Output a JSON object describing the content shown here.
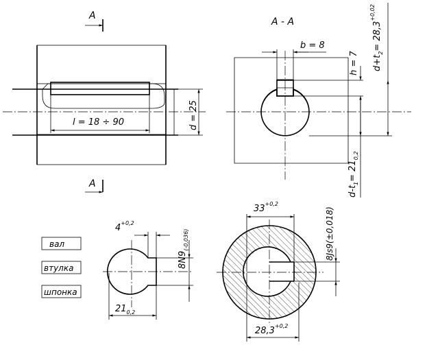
{
  "section_markers": {
    "top": "A",
    "bottom": "A",
    "section_title": "A - A"
  },
  "dimensions": {
    "key_length": "l = 18 ÷ 90",
    "shaft_diameter": "d = 25",
    "key_width": "b = 8",
    "key_height": "h = 7",
    "hub_depth_main": "d+t",
    "hub_depth_sub": "2",
    "hub_depth_value": "= 28,3",
    "hub_depth_tol": "+0,02",
    "shaft_depth_main": "d-t",
    "shaft_depth_sub": "1",
    "shaft_depth_value": "= 21",
    "shaft_depth_tol": "0,2",
    "shaft_slot_width": "4",
    "shaft_slot_width_tol": "+0,2",
    "shaft_fit": "8N9",
    "shaft_fit_tol": "(-0,036)",
    "shaft_size": "21",
    "shaft_size_tol": "0,2",
    "hub_slot": "33",
    "hub_slot_tol": "+0,2",
    "hub_fit": "8Js9(±0,018)",
    "hub_size": "28,3",
    "hub_size_tol": "+0,2"
  },
  "legend": [
    {
      "label": "вал"
    },
    {
      "label": "втулка"
    },
    {
      "label": "шпонка"
    }
  ]
}
